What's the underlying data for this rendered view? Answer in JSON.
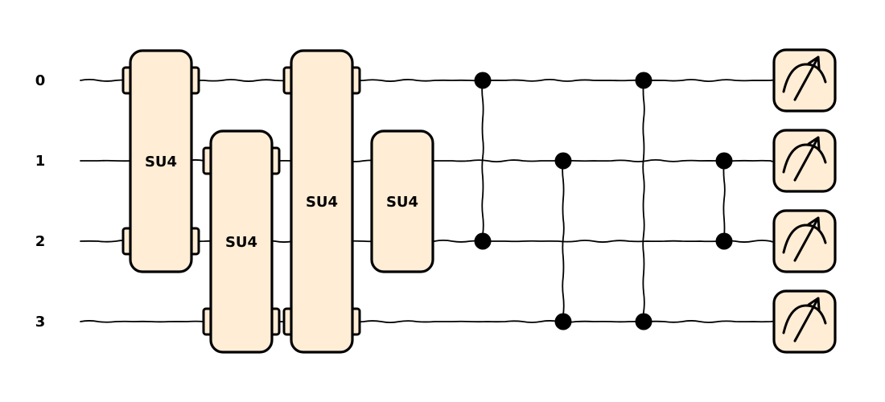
{
  "diagram": {
    "wires": [
      {
        "label": "0"
      },
      {
        "label": "1"
      },
      {
        "label": "2"
      },
      {
        "label": "3"
      }
    ],
    "gates": [
      {
        "name": "SU4",
        "wires": [
          0,
          2
        ],
        "column": 0
      },
      {
        "name": "SU4",
        "wires": [
          1,
          3
        ],
        "column": 1
      },
      {
        "name": "SU4",
        "wires": [
          0,
          3
        ],
        "column": 2
      },
      {
        "name": "SU4",
        "wires": [
          1,
          2
        ],
        "column": 3
      }
    ],
    "controlled_z": [
      {
        "wires": [
          0,
          2
        ],
        "column": 4
      },
      {
        "wires": [
          1,
          3
        ],
        "column": 5
      },
      {
        "wires": [
          0,
          3
        ],
        "column": 6
      },
      {
        "wires": [
          1,
          2
        ],
        "column": 7
      }
    ],
    "measurements": [
      {
        "wire": 0
      },
      {
        "wire": 1
      },
      {
        "wire": 2
      },
      {
        "wire": 3
      }
    ],
    "colors": {
      "gate_fill": "#FFEDD5",
      "stroke": "#000000",
      "background": "#FFFFFF"
    },
    "style": "hand-drawn (xkcd)"
  }
}
